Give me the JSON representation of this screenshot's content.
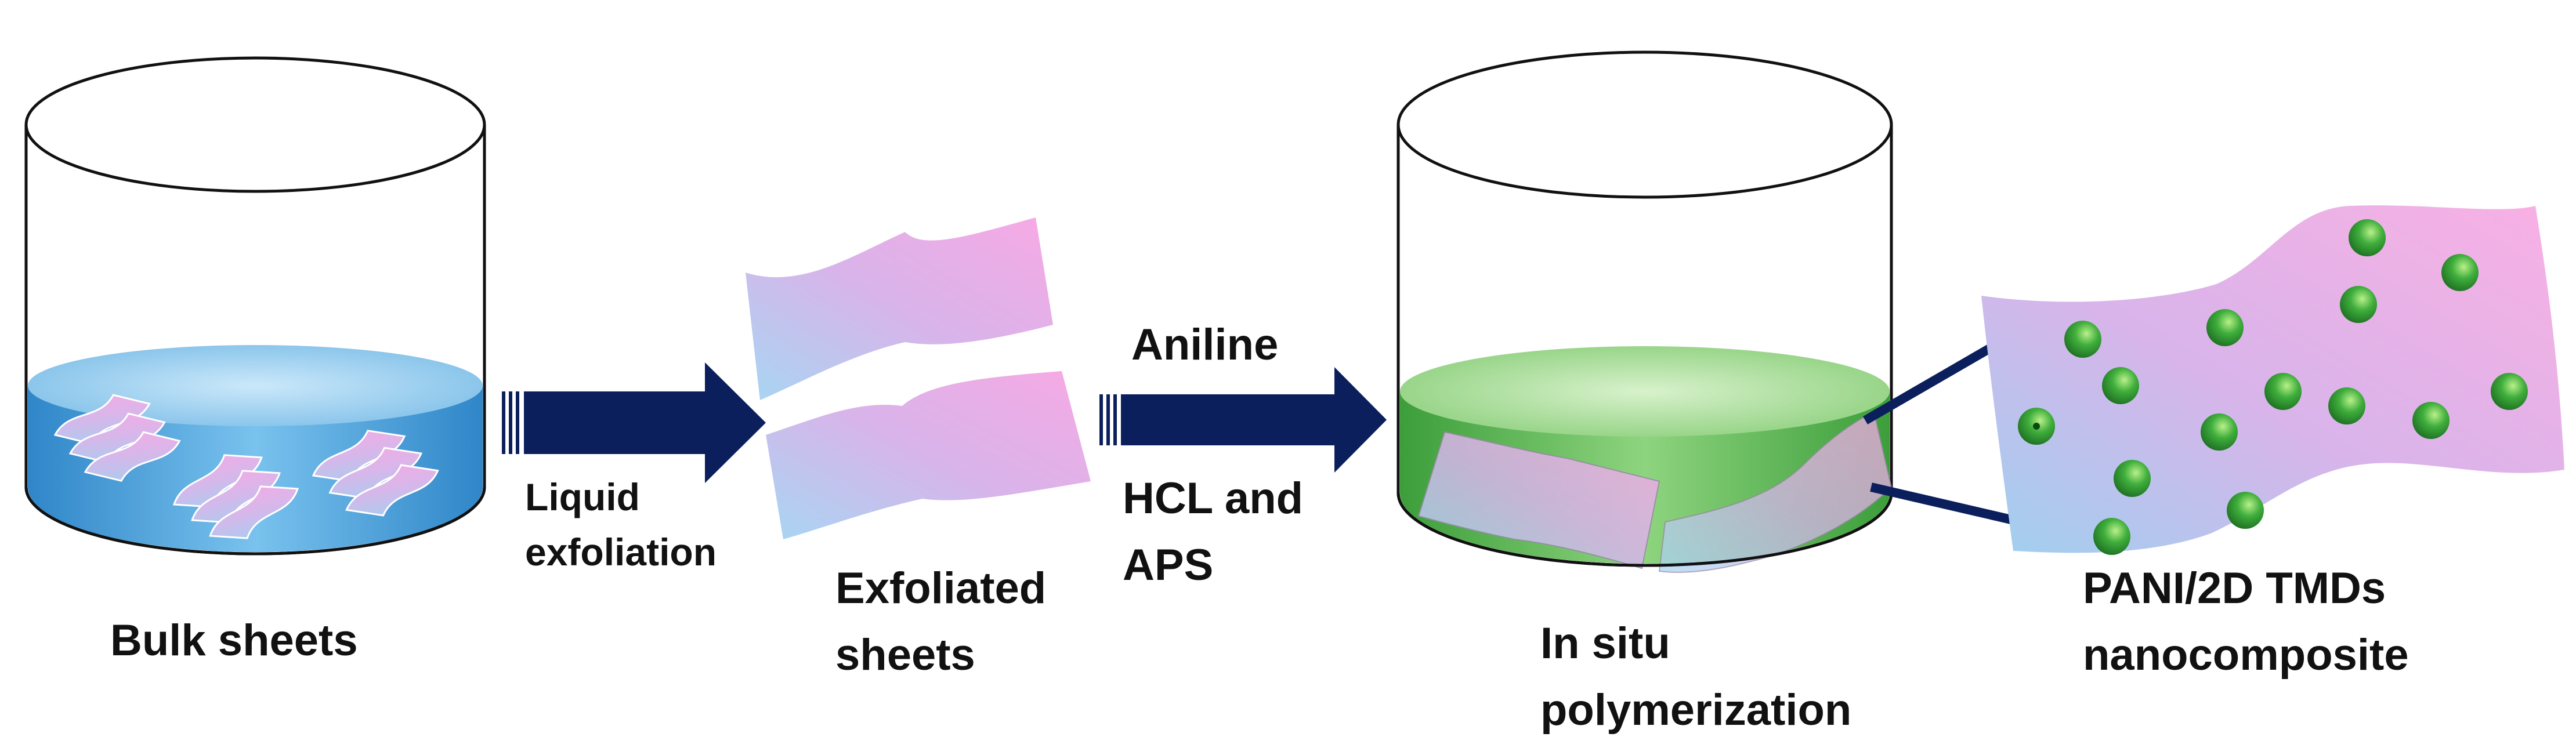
{
  "labels": {
    "bulk_sheets": "Bulk sheets",
    "liquid": "Liquid",
    "exfoliation": "exfoliation",
    "exfoliated": "Exfoliated",
    "sheets": "sheets",
    "aniline": "Aniline",
    "hcl_and": "HCL and",
    "aps": "APS",
    "in_situ": "In situ",
    "polymerization": "polymerization",
    "pani_tmds": "PANI/2D TMDs",
    "nanocomposite": "nanocomposite"
  },
  "colors": {
    "arrow": "#0b1f5c",
    "water_blue": "#3d9ad6",
    "solution_green": "#4cae4a",
    "sheet_pink": "#f3a6e6",
    "sheet_blue": "#9fd0ef",
    "particle_green": "#2f9a36",
    "outline": "#111111"
  },
  "icons": [
    "beaker-with-water",
    "exfoliated-sheet",
    "beaker-with-green-solution",
    "nanoparticle-sphere",
    "flow-arrow"
  ]
}
